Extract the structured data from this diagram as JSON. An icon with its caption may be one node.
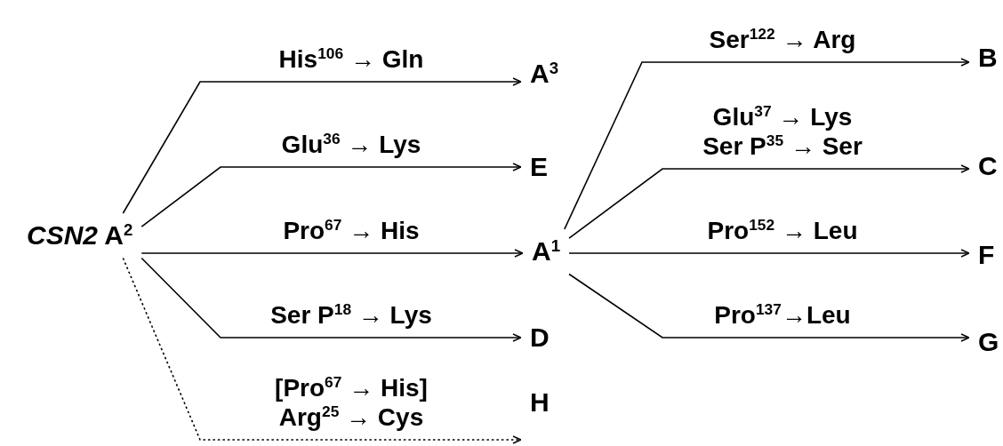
{
  "diagram": {
    "nodes": [
      {
        "text": [
          "*CSN2* A$^{2}$"
        ]
      },
      {
        "text": [
          "A$^{3}$"
        ]
      },
      {
        "text": [
          "E"
        ]
      },
      {
        "text": [
          "A$^{1}$"
        ]
      },
      {
        "text": [
          "D"
        ]
      },
      {
        "text": [
          "H"
        ]
      },
      {
        "text": [
          "B"
        ]
      },
      {
        "text": [
          "C"
        ]
      },
      {
        "text": [
          "F"
        ]
      },
      {
        "text": [
          "G"
        ]
      }
    ],
    "edges": [
      {
        "from": 0,
        "to": 1,
        "arrow": "to",
        "label": "His$^{106}$ → Gln"
      },
      {
        "from": 0,
        "to": 2,
        "arrow": "to",
        "label": "Glu$^{36}$ → Lys"
      },
      {
        "from": 0,
        "to": 3,
        "arrow": "to",
        "label": "Pro$^{67}$ → His"
      },
      {
        "from": 0,
        "to": 4,
        "arrow": "to",
        "label": "Ser P$^{18}$ → Lys"
      },
      {
        "from": 0,
        "to": 5,
        "arrow": "to",
        "label": "[Pro$^{67}$ → His] Arg$^{25}$ → Cys",
        "style": "dashed"
      },
      {
        "from": 3,
        "to": 6,
        "arrow": "to",
        "label": "Ser$^{122}$ → Arg"
      },
      {
        "from": 3,
        "to": 7,
        "arrow": "to",
        "label": "Glu$^{37}$ → Lys Ser P$^{35}$ → Ser"
      },
      {
        "from": 3,
        "to": 8,
        "arrow": "to",
        "label": "Pro$^{152}$ → Leu"
      },
      {
        "from": 3,
        "to": 9,
        "arrow": "to",
        "label": "Pro$^{137}$→Leu"
      }
    ]
  }
}
